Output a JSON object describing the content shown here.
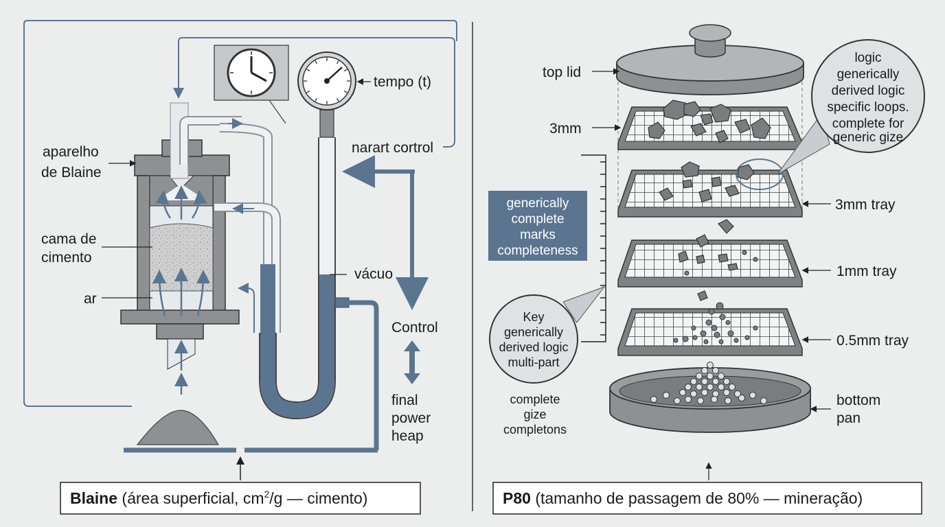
{
  "blaine": {
    "labels": {
      "aparelho_line1": "aparelho",
      "aparelho_line2": "de Blaine",
      "cama_line1": "cama de",
      "cama_line2": "cimento",
      "ar": "ar",
      "tempo": "tempo (t)",
      "control_top": "narart cortrol",
      "vacuo": "vácuo",
      "control": "Control",
      "final_line1": "final",
      "final_line2": "power",
      "final_line3": "heap"
    },
    "caption": {
      "bold": "Blaine",
      "rest_before_sup": " (área superficial, cm",
      "sup": "2",
      "rest_after_sup": "/g — cimento)"
    }
  },
  "p80": {
    "labels": {
      "top_lid": "top lid",
      "tray_3mm_top": "3mm",
      "tray_3mm": "3mm tray",
      "tray_1mm": "1mm tray",
      "tray_05mm": "0.5mm tray",
      "bottom_line1": "bottom",
      "bottom_line2": "pan"
    },
    "callout_right": [
      "logic",
      "generically",
      "derived logic",
      "specific loops.",
      "complete for",
      "generic gize"
    ],
    "callout_box": [
      "generically",
      "complete",
      "marks",
      "completeness"
    ],
    "callout_key": [
      "Key",
      "generically",
      "derived logic",
      "multi-part"
    ],
    "callout_bottom": [
      "complete",
      "gize",
      "completons"
    ],
    "caption": {
      "bold": "P80",
      "rest": " (tamanho de passagem de 80% — mineração)"
    }
  },
  "colors": {
    "steel": "#8e9093",
    "steel_dark": "#4a4c4f",
    "blue": "#5b7590",
    "blue_light": "#dfe6ee",
    "background": "#eceeed"
  }
}
